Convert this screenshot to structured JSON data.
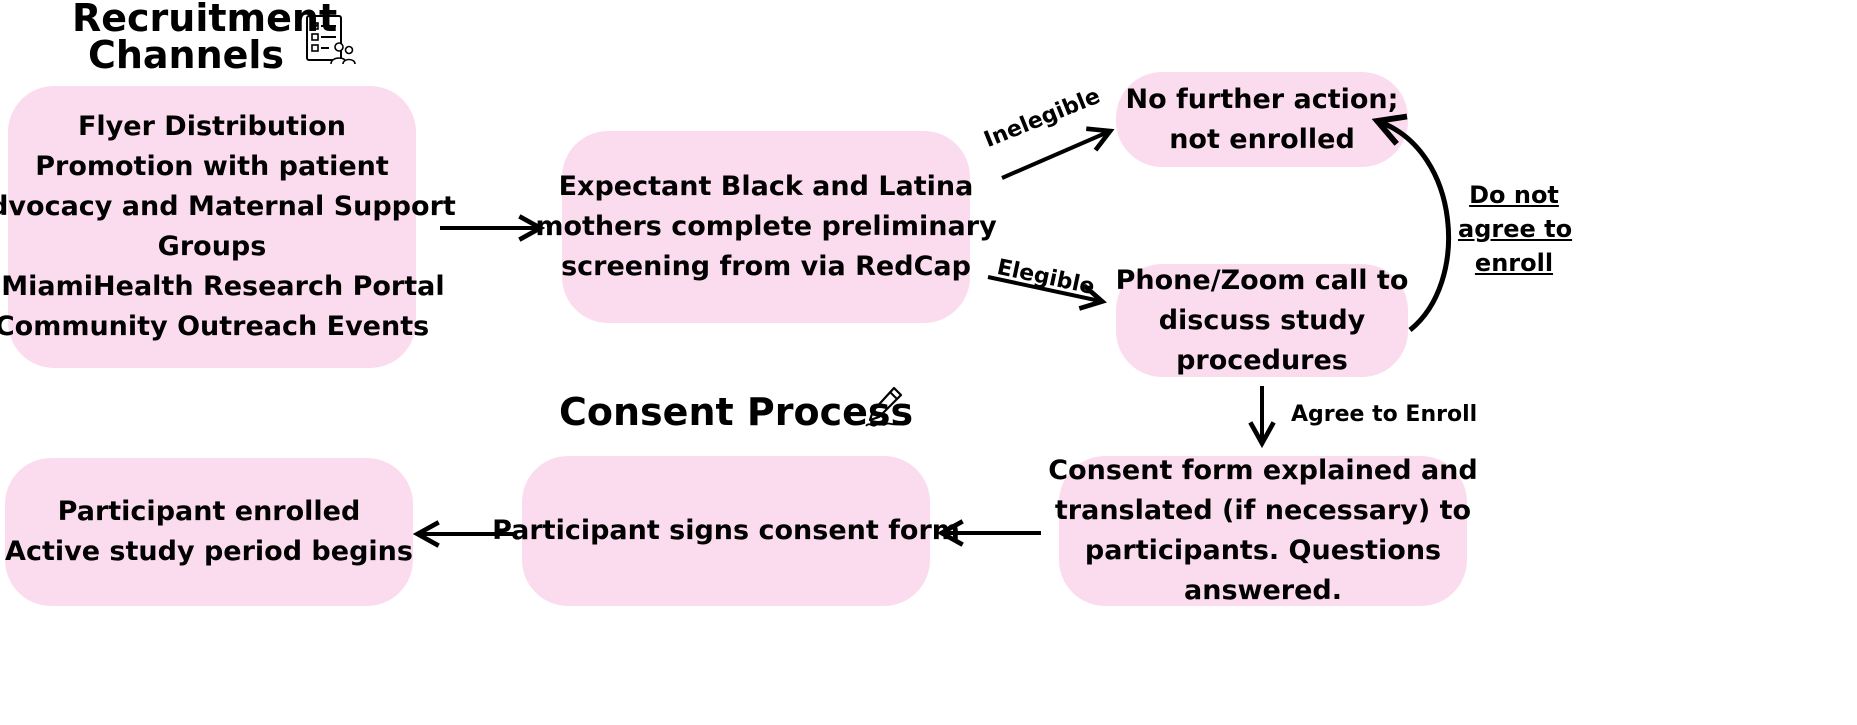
{
  "headings": {
    "recruitment_line1": "Recruitment",
    "recruitment_line2": "Channels",
    "consent": "Consent Process"
  },
  "boxes": {
    "channels": [
      "Flyer Distribution",
      "Promotion with patient",
      "Advocacy and Maternal Support",
      "Groups",
      "UMiamiHealth Research Portal",
      "Community Outreach Events"
    ],
    "screening": [
      "Expectant Black and Latina",
      "mothers complete preliminary",
      "screening from via RedCap"
    ],
    "not_enrolled": [
      "No further action;",
      "not enrolled"
    ],
    "call": [
      "Phone/Zoom call to",
      "discuss study",
      "procedures"
    ],
    "consent_form": [
      "Consent form explained and",
      "translated (if necessary) to",
      "participants. Questions",
      "answered."
    ],
    "signs": [
      "Participant signs consent form"
    ],
    "enrolled": [
      "Participant enrolled",
      "Active study period begins"
    ]
  },
  "edge_labels": {
    "ineligible": "Inelegible",
    "eligible": "Elegible",
    "agree": "Agree to Enroll",
    "not_agree_1": "Do not",
    "not_agree_2": "agree to",
    "not_agree_3": "enroll"
  },
  "icons": {
    "recruitment": "checklist-people-icon",
    "consent": "pen-signature-icon"
  },
  "colors": {
    "box_fill": "#fbdcef",
    "text": "#000000"
  }
}
